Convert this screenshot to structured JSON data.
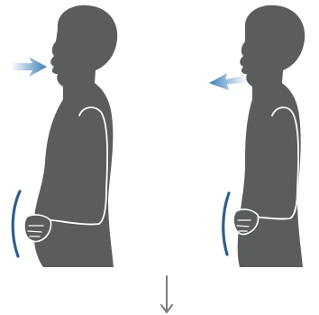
{
  "colors": {
    "silhouette": "#5a5c5e",
    "outline": "#ffffff",
    "breath_arrow": "#3d7fb7",
    "belly_arc": "#2e5f8e",
    "down_arrow": "#7a7c7e",
    "background": "#ffffff"
  },
  "figures": [
    {
      "id": "inhale",
      "breath_direction": "in",
      "belly_state": "expanded"
    },
    {
      "id": "exhale",
      "breath_direction": "out",
      "belly_state": "contracted"
    }
  ],
  "icons": [
    "inhale-arrow-icon",
    "exhale-arrow-icon",
    "belly-arc-icon",
    "down-arrow-icon"
  ]
}
